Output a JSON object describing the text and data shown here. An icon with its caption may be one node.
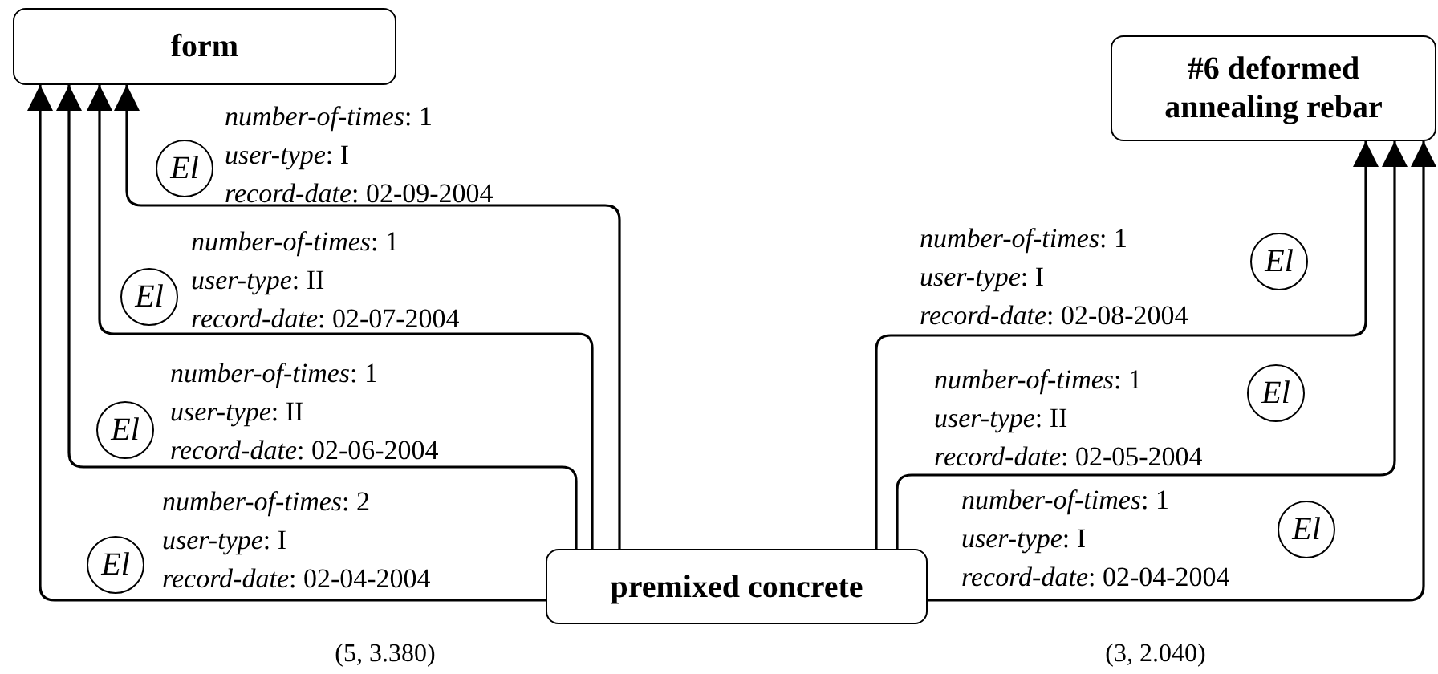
{
  "diagram": {
    "nodes": [
      {
        "text": [
          "form"
        ]
      },
      {
        "text": [
          "#6 deformed annealing rebar"
        ]
      },
      {
        "text": [
          "El"
        ]
      },
      {
        "text": [
          "El"
        ]
      },
      {
        "text": [
          "El"
        ]
      },
      {
        "text": [
          "El"
        ]
      },
      {
        "text": [
          "El"
        ]
      },
      {
        "text": [
          "El"
        ]
      },
      {
        "text": [
          "El"
        ]
      },
      {
        "text": [
          "premixed concrete"
        ]
      }
    ],
    "edges": [
      {
        "from": 9,
        "to": 0,
        "arrow": "to",
        "label": "*number-of-times*: 1 *user-type*: I *record-date*: 02-09-2004"
      },
      {
        "from": 9,
        "to": 0,
        "arrow": "to",
        "label": "*number-of-times*: 1 *user-type*: II *record-date*: 02-07-2004"
      },
      {
        "from": 9,
        "to": 0,
        "arrow": "to",
        "label": "*number-of-times*: 1 *user-type*: II *record-date*: 02-06-2004"
      },
      {
        "from": 9,
        "to": 0,
        "arrow": "to",
        "label": "*number-of-times*: 2 *user-type*: I *record-date*: 02-04-2004"
      },
      {
        "from": 9,
        "to": 1,
        "arrow": "to",
        "label": "*number-of-times*: 1 *user-type*: I *record-date*: 02-08-2004"
      },
      {
        "from": 9,
        "to": 1,
        "arrow": "to",
        "label": "*number-of-times*: 1 *user-type*: II *record-date*: 02-05-2004"
      },
      {
        "from": 9,
        "to": 1,
        "arrow": "to",
        "label": "*number-of-times*: 1 *user-type*: I *record-date*: 02-04-2004"
      }
    ],
    "labels": [
      "(5, 3.380)",
      "(3, 2.040)"
    ]
  }
}
